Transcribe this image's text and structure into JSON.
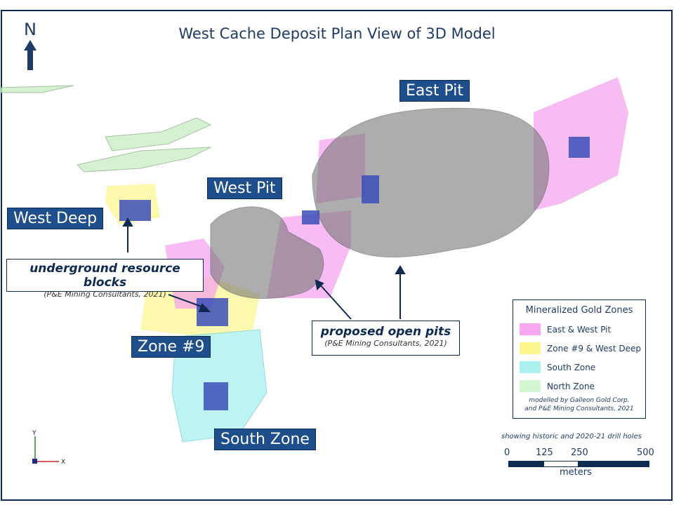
{
  "title": "West Cache Deposit Plan View of 3D Model",
  "north_label": "N",
  "labels": {
    "east_pit": "East Pit",
    "west_pit": "West Pit",
    "west_deep": "West Deep",
    "zone9": "Zone #9",
    "south_zone": "South Zone"
  },
  "callouts": {
    "underground": {
      "heading": "underground resource blocks",
      "source": "(P&E Mining Consultants, 2021)"
    },
    "open_pits": {
      "heading": "proposed open pits",
      "source": "(P&E Mining Consultants, 2021)"
    }
  },
  "legend": {
    "title": "Mineralized Gold Zones",
    "items": [
      {
        "label": "East & West Pit",
        "color": "#f7a8f0"
      },
      {
        "label": "Zone #9 & West Deep",
        "color": "#fbf78c"
      },
      {
        "label": "South Zone",
        "color": "#a9f0ef"
      },
      {
        "label": "North Zone",
        "color": "#d3f5cf"
      }
    ],
    "note_line1": "modelled by Galleon Gold Corp.",
    "note_line2": "and P&E Mining Consultants, 2021"
  },
  "scale": {
    "note": "showing historic and 2020-21 drill holes",
    "ticks": [
      "0",
      "125",
      "250",
      "500"
    ],
    "unit": "meters"
  },
  "axes": {
    "y": "Y",
    "x": "X"
  }
}
